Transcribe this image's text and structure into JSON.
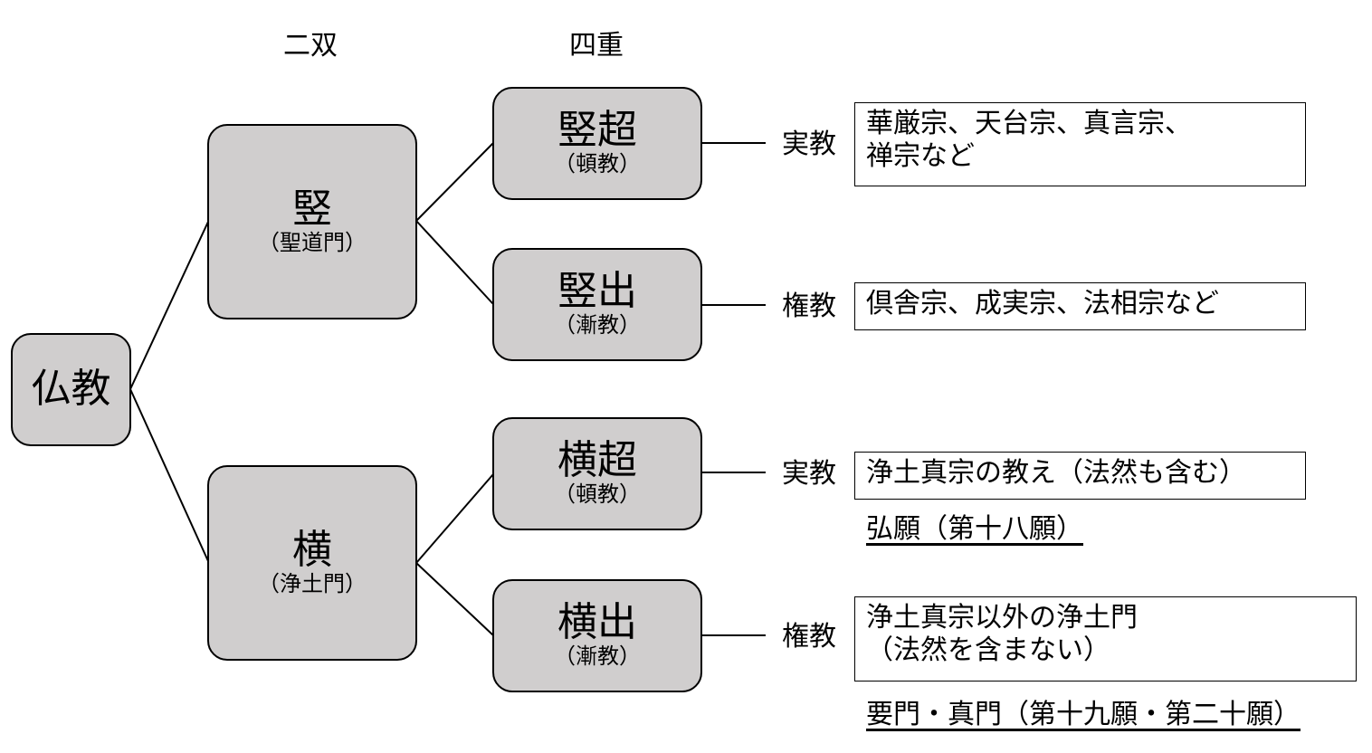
{
  "headers": {
    "nisou": "二双",
    "shijuu": "四重"
  },
  "root": {
    "label": "仏教"
  },
  "level1": [
    {
      "label": "竪",
      "sub": "（聖道門）"
    },
    {
      "label": "横",
      "sub": "（浄土門）"
    }
  ],
  "level2": [
    {
      "label": "竪超",
      "sub": "（頓教）"
    },
    {
      "label": "竪出",
      "sub": "（漸教）"
    },
    {
      "label": "横超",
      "sub": "（頓教）"
    },
    {
      "label": "横出",
      "sub": "（漸教）"
    }
  ],
  "teaching_labels": [
    "実教",
    "権教",
    "実教",
    "権教"
  ],
  "schools": [
    {
      "lines": [
        "華厳宗、天台宗、真言宗、",
        "禅宗など"
      ]
    },
    {
      "lines": [
        "倶舎宗、成実宗、法相宗など"
      ]
    },
    {
      "lines": [
        "浄土真宗の教え（法然も含む）"
      ]
    },
    {
      "lines": [
        "浄土真宗以外の浄土門",
        "（法然を含まない）"
      ]
    }
  ],
  "vows": [
    "弘願（第十八願）",
    "要門・真門（第十九願・第二十願）"
  ]
}
